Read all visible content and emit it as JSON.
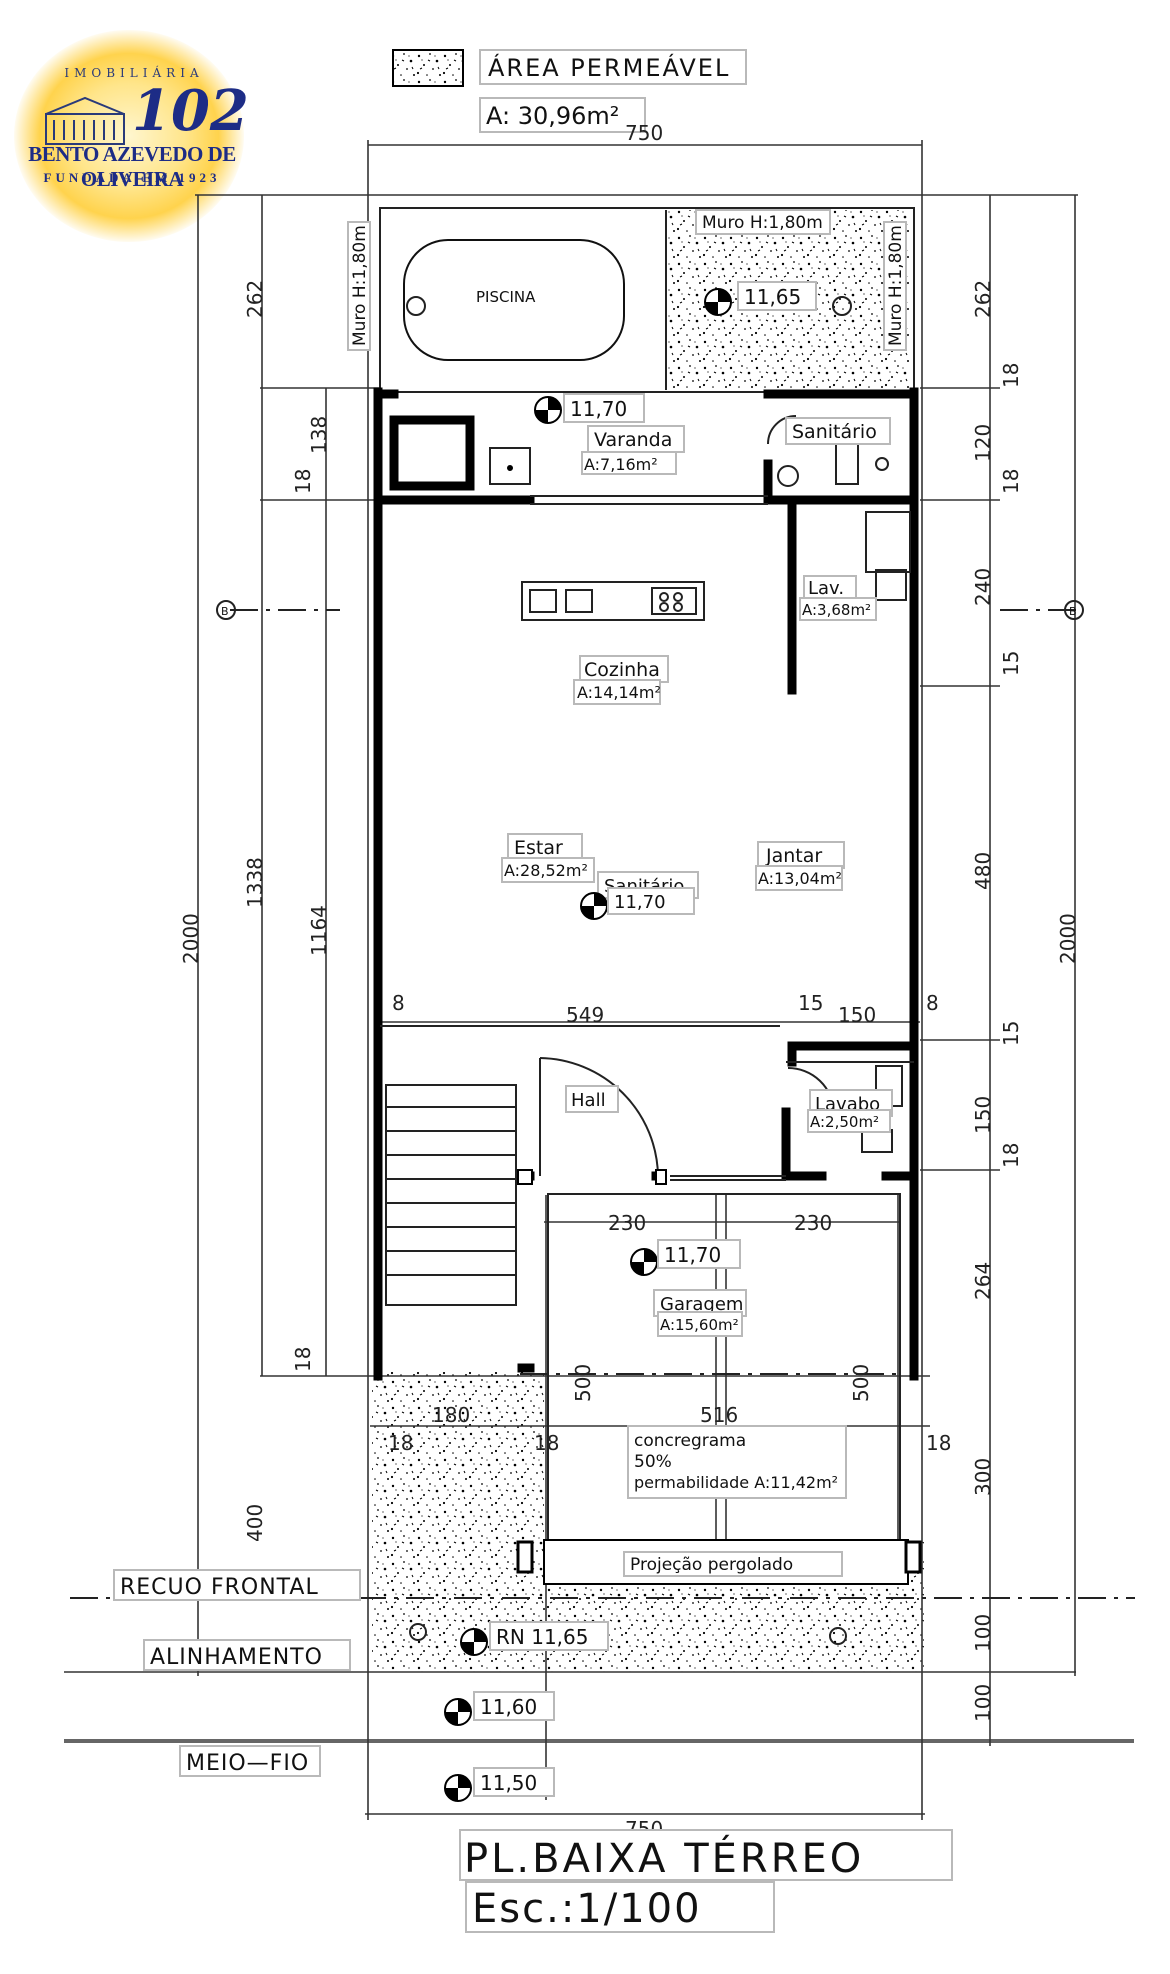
{
  "logo": {
    "top_text": "IMOBILIÁRIA",
    "number": "102",
    "name": "BENTO AZEVEDO DE OLIVEIRA",
    "founded": "FUNDADA EM 1923"
  },
  "legend": {
    "label": "ÁREA PERMEÁVEL",
    "area": "A: 30,96m²"
  },
  "rooms": {
    "piscina": "PISCINA",
    "muro_top": "Muro H:1,80m",
    "muro_left": "Muro H:1,80m",
    "muro_right": "Muro H:1,80m",
    "varanda": "Varanda",
    "varanda_area": "A:7,16m²",
    "sanitario_top": "Sanitário",
    "lav": "Lav.",
    "lav_area": "A:3,68m²",
    "cozinha": "Cozinha",
    "cozinha_area": "A:14,14m²",
    "estar": "Estar",
    "estar_area": "A:28,52m²",
    "sanitario_mid": "Sanitário",
    "jantar": "Jantar",
    "jantar_area": "A:13,04m²",
    "hall": "Hall",
    "lavabo": "Lavabo",
    "lavabo_area": "A:2,50m²",
    "garagem": "Garagem",
    "garagem_area": "A:15,60m²",
    "concregrama_1": "concregrama",
    "concregrama_2": "50%",
    "concregrama_3": "permabilidade A:11,42m²",
    "pergolado": "Projeção pergolado"
  },
  "levels": {
    "l1": "11,70",
    "l2": "11,65",
    "l3": "11,70",
    "l4": "11,70",
    "l5": "RN 11,65",
    "l6": "11,60",
    "l7": "11,50"
  },
  "street": {
    "recuo": "RECUO FRONTAL",
    "alinhamento": "ALINHAMENTO",
    "meio_fio": "MEIO—FIO"
  },
  "dims": {
    "top_width": "750",
    "bottom_width": "750",
    "left_262": "262",
    "left_138": "138",
    "left_18a": "18",
    "left_1338": "1338",
    "left_1164": "1164",
    "left_2000": "2000",
    "left_18b": "18",
    "left_400": "400",
    "right_262": "262",
    "right_18a": "18",
    "right_120": "120",
    "right_18b": "18",
    "right_240": "240",
    "right_15a": "15",
    "right_480": "480",
    "right_15b": "15",
    "right_150": "150",
    "right_18c": "18",
    "right_264": "264",
    "right_2000": "2000",
    "right_300": "300",
    "right_100a": "100",
    "right_100b": "100",
    "mid_8a": "8",
    "mid_549": "549",
    "mid_15": "15",
    "mid_150": "150",
    "mid_8b": "8",
    "gar_230a": "230",
    "gar_230b": "230",
    "gar_500a": "500",
    "gar_500b": "500",
    "d_180": "180",
    "d_516": "516",
    "d_18a": "18",
    "d_18b": "18",
    "d_18c": "18"
  },
  "axis": {
    "left_axis": "B",
    "right_axis": "B"
  },
  "title": {
    "name": "PL.BAIXA TÉRREO",
    "scale": "Esc.:1/100"
  }
}
